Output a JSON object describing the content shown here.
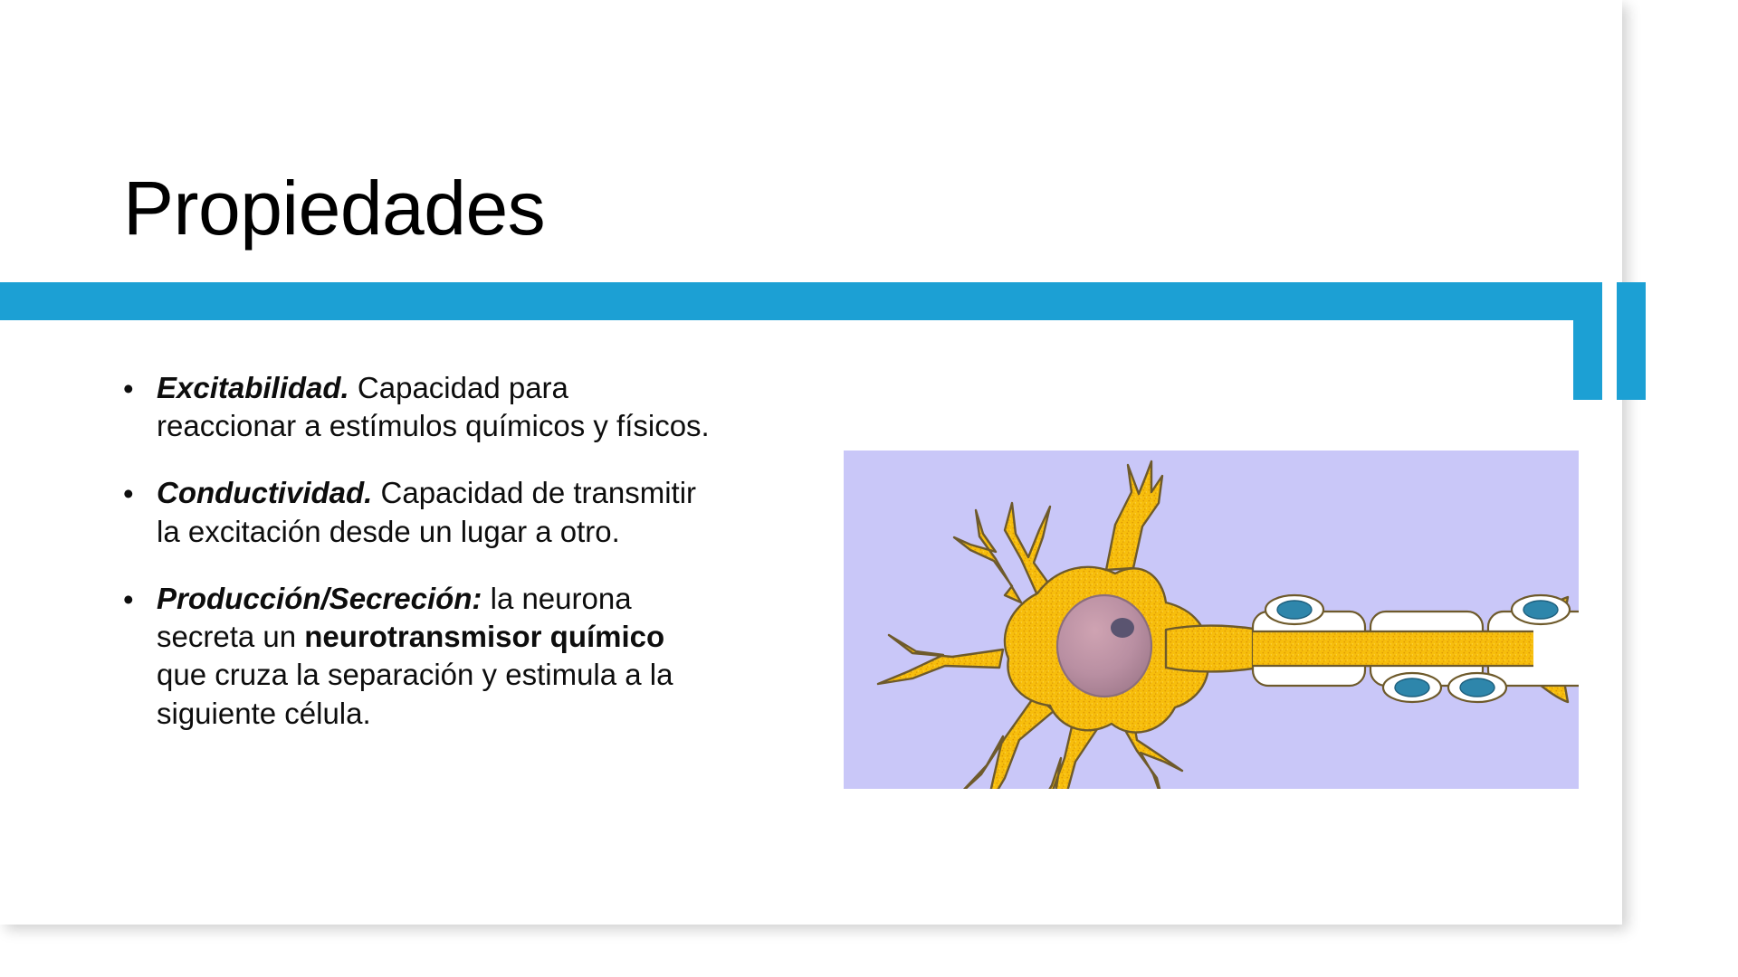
{
  "slide": {
    "title": "Propiedades",
    "accent_color": "#1CA0D4",
    "background_color": "#FFFFFF",
    "text_color": "#0D0D0D",
    "bullet_glyph": "•",
    "bullets": [
      {
        "lead": "Excitabilidad.",
        "lead_style": "bold-italic",
        "body_before": " Capacidad para reaccionar a  estímulos químicos y físicos.",
        "emphasis": "",
        "body_after": ""
      },
      {
        "lead": "Conductividad.",
        "lead_style": "bold-italic",
        "body_before": " Capacidad de transmitir la excitación desde un lugar a otro.",
        "emphasis": "",
        "body_after": ""
      },
      {
        "lead": "Producción/Secreción:",
        "lead_style": "bold-italic",
        "body_before": " la neurona secreta un ",
        "emphasis": "neurotransmisor químico",
        "body_after": " que cruza la separación y estimula a la siguiente célula."
      }
    ]
  },
  "image": {
    "name": "neuron-diagram",
    "alt": "Diagrama de una neurona con dendritas, soma, núcleo, axón mielinizado y terminal axonal",
    "background_color": "#C9C7F8",
    "cell_body_color": "#F5B800",
    "nucleus_color": "#B58A9B",
    "nucleolus_color": "#55506B",
    "myelin_color": "#FFFFFF",
    "schwann_nucleus_color": "#2E86AB",
    "outline_color": "#6E5A2B"
  }
}
